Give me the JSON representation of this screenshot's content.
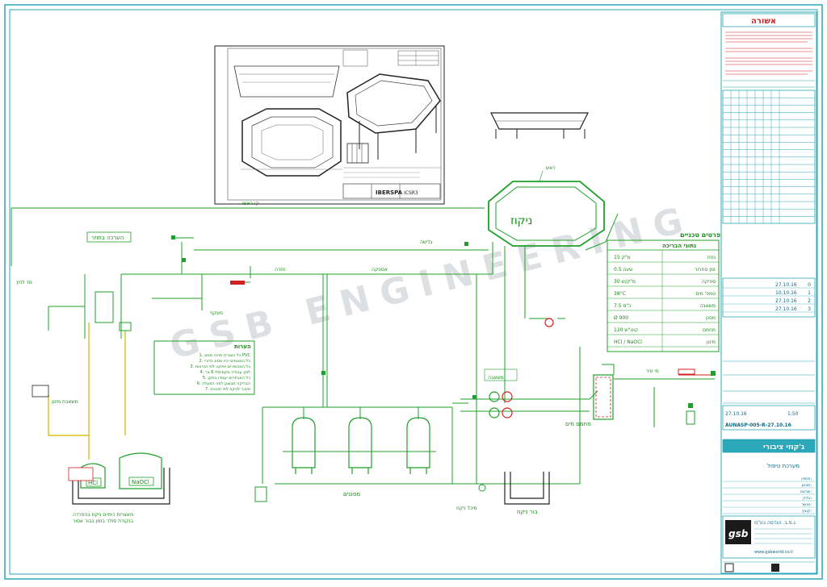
{
  "colors": {
    "frame": "#2aa7b8",
    "pipe": "#1fa02a",
    "chem": "#d9c21a",
    "text": "#1a8a1a",
    "red": "#d02020",
    "title_fill": "#2aa7b8"
  },
  "watermark": "GSB ENGINEERING",
  "pool": {
    "label": "ניקוז",
    "top_label": "ראש"
  },
  "labels": {
    "backwash": "הערכה בחוזר",
    "main_line": "קו ראשי",
    "filters": "מסננים",
    "drain_pit": "בור ניקוז",
    "pump_label": "משאבה",
    "heater_label": "מחמם מים",
    "pressure_gauge": "מד לחץ",
    "dosing_left": "משאבת מינון",
    "hcl": "HCl",
    "naocl": "NaOCl",
    "chem_caption_1": "מאצרות כימיים ניקוז בהפרדה",
    "chem_caption_2": "בנקודת סולר בזמן בבור אסור",
    "notes_title": "הערות",
    "specs_title": "פרטים טכניים",
    "drain_tank": "מיכל ניקוז",
    "supply": "אספקה",
    "city_water": "מי עיר",
    "bypass": "מעקף",
    "return": "חזרה",
    "overflow": "גלישה"
  },
  "notes": [
    "1. כל הצנרת תהיה מסוג PVC",
    "2. כל המגופים יהיו מסוג כדורי",
    "3. כל המכשירים יותקנו לפי הוראות",
    "4. לחץ עבודה מקסימלי 6 בר",
    "5. כל האביזרים יעמדו בתקן",
    "6. הבדיקה תבוצע לפני הפעלה",
    "7. חיבור לניקוז לפי תוכנית"
  ],
  "specs": {
    "header": "נתוני הבריכה",
    "rows": [
      {
        "k": "נפח",
        "v": "15 מ\"ק"
      },
      {
        "k": "זמן סחרור",
        "v": "0.5 שעה"
      },
      {
        "k": "ספיקה",
        "v": "30 מ\"ק/ש"
      },
      {
        "k": "טמפ' מים",
        "v": "38°C"
      },
      {
        "k": "משאבה",
        "v": "7.5 כ\"ס"
      },
      {
        "k": "מסנן",
        "v": "Ø 900"
      },
      {
        "k": "מחמם",
        "v": "120 קוט\"ש"
      },
      {
        "k": "מינון",
        "v": "HCl / NaOCl"
      }
    ]
  },
  "title_block": {
    "header": "אשורה",
    "project": "ג'קוזי ציבורי",
    "subtitle": "מערכת טיפול",
    "drawing_no": "AUNASP-005-R-27.10.16",
    "date": "27.10.16",
    "scale": "1:50",
    "company": "ג.ס.ב. הנדסה בע\"מ",
    "website": "www.gsbworld.co.il",
    "logo": "gsb",
    "revisions": [
      {
        "no": "0",
        "date": "27.10.16"
      },
      {
        "no": "1",
        "date": "10.10.16"
      },
      {
        "no": "2",
        "date": "27.10.16"
      },
      {
        "no": "3",
        "date": "27.10.16"
      }
    ],
    "fields": [
      "מזמין:",
      "תכנון:",
      "שרטט:",
      "בדק:",
      "אושר:",
      "קובץ:"
    ]
  },
  "inset": {
    "brand": "IBERSPA",
    "code": "ICSR3"
  }
}
